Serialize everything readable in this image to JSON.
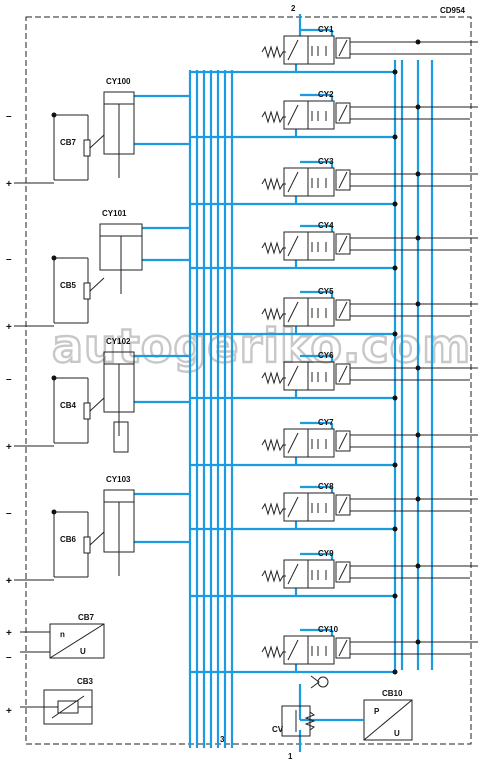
{
  "diagram": {
    "title": "CD954",
    "ports": {
      "top": "2",
      "bottom_left": "3",
      "bottom_right": "1"
    },
    "valves": [
      {
        "label": "CY1"
      },
      {
        "label": "CY2"
      },
      {
        "label": "CY3"
      },
      {
        "label": "CY4"
      },
      {
        "label": "CY5"
      },
      {
        "label": "CY6"
      },
      {
        "label": "CY7"
      },
      {
        "label": "CY8"
      },
      {
        "label": "CY9"
      },
      {
        "label": "CY10"
      }
    ],
    "cylinders": [
      {
        "label": "CY100"
      },
      {
        "label": "CY101"
      },
      {
        "label": "CY102"
      },
      {
        "label": "CY103"
      }
    ],
    "switches": [
      {
        "label": "CB7"
      },
      {
        "label": "CB5"
      },
      {
        "label": "CB4"
      },
      {
        "label": "CB6"
      }
    ],
    "sensors": [
      {
        "label": "CB7",
        "in": "n",
        "out": "U"
      },
      {
        "label": "CB3"
      },
      {
        "label": "CB10",
        "in": "P",
        "out": "U"
      }
    ],
    "check_valve_label": "CV",
    "terminal_minus": "–",
    "terminal_plus": "+",
    "watermark": "autogeriko.com",
    "colors": {
      "hydraulic": "#1d9be0",
      "electric": "#222222"
    }
  }
}
